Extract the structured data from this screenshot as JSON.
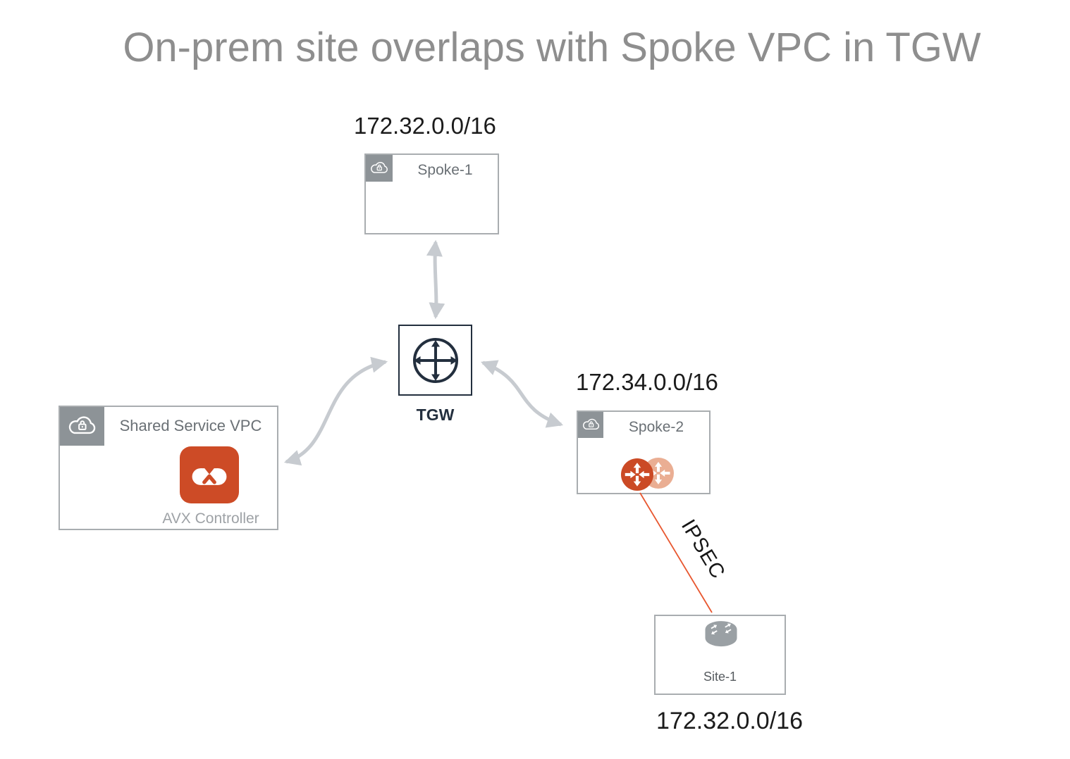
{
  "title": "On-prem site overlaps with Spoke VPC in TGW",
  "nodes": {
    "spoke1": {
      "cidr": "172.32.0.0/16",
      "label": "Spoke-1"
    },
    "spoke2": {
      "cidr": "172.34.0.0/16",
      "label": "Spoke-2"
    },
    "shared_vpc": {
      "label": "Shared Service VPC",
      "controller_label": "AVX Controller"
    },
    "tgw": {
      "label": "TGW"
    },
    "site1": {
      "label": "Site-1",
      "cidr": "172.32.0.0/16"
    }
  },
  "connections": {
    "ipsec_label": "IPSEC"
  },
  "icons": {
    "vpc_corner": "cloud-lock-icon",
    "tgw": "transit-gateway-icon",
    "spoke2_gateways": "aviatrix-gateway-icon",
    "site1_router": "router-icon",
    "controller": "aviatrix-controller-icon"
  },
  "colors": {
    "title_gray": "#8e8e8e",
    "box_border": "#a9adb0",
    "corner_gray": "#8d9397",
    "label_gray": "#6a7075",
    "navy": "#232f3e",
    "arrow_gray": "#c7cbd0",
    "avx_orange": "#cd4b26",
    "gateway_orange_light": "#eaae93",
    "ipsec_orange": "#e8572f",
    "router_gray": "#9aa0a4"
  }
}
